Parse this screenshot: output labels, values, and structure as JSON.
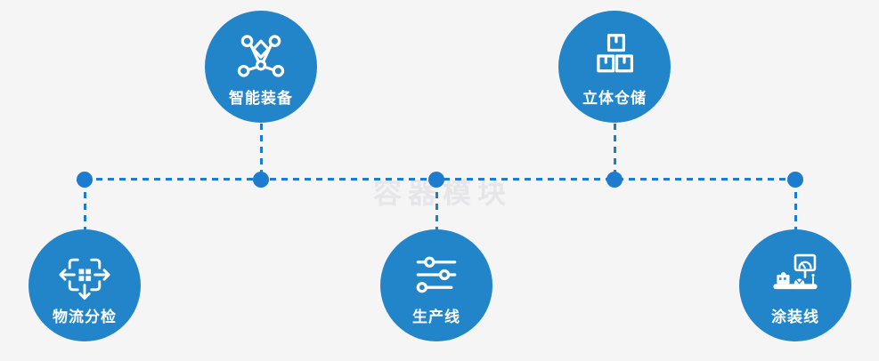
{
  "watermark": "容器模块",
  "colors": {
    "background": "#f5f5f6",
    "node_fill": "#2385c9",
    "connector": "#1e7cd0",
    "icon_stroke": "#ffffff",
    "label_text": "#ffffff",
    "watermark_text": "#e6e6e9"
  },
  "nodes": [
    {
      "label": "智能装备",
      "icon": "network-nodes-icon",
      "position": "top-left"
    },
    {
      "label": "立体仓储",
      "icon": "stacked-boxes-icon",
      "position": "top-right"
    },
    {
      "label": "物流分检",
      "icon": "sort-distribute-icon",
      "position": "bottom-left"
    },
    {
      "label": "生产线",
      "icon": "sliders-icon",
      "position": "bottom-center"
    },
    {
      "label": "涂装线",
      "icon": "machine-station-icon",
      "position": "bottom-right"
    }
  ]
}
